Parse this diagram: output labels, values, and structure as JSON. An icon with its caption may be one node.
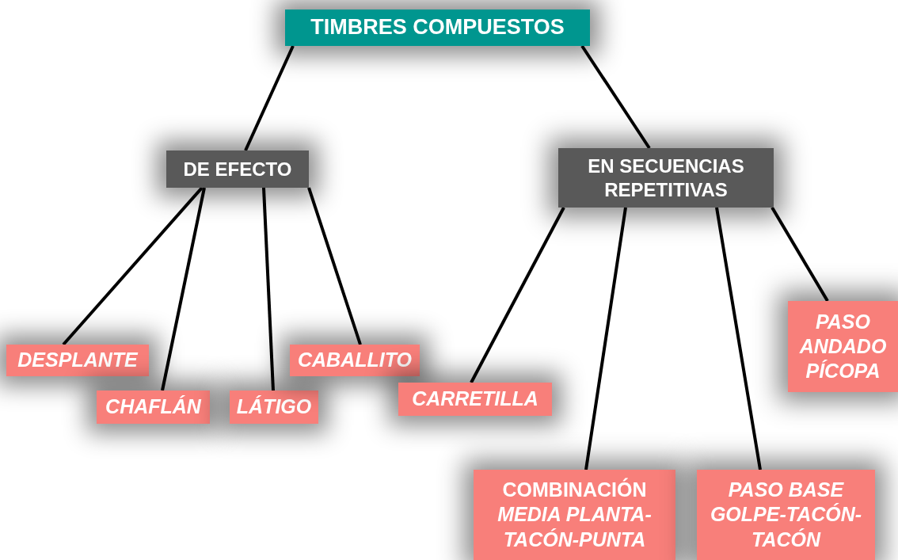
{
  "diagram": {
    "nodes": [
      {
        "text": [
          "TIMBRES COMPUESTOS"
        ]
      },
      {
        "text": [
          "DE EFECTO"
        ]
      },
      {
        "text": [
          "EN SECUENCIAS REPETITIVAS"
        ]
      },
      {
        "text": [
          "DESPLANTE"
        ]
      },
      {
        "text": [
          "CHAFLÁN"
        ]
      },
      {
        "text": [
          "LÁTIGO"
        ]
      },
      {
        "text": [
          "CABALLITO"
        ]
      },
      {
        "text": [
          "CARRETILLA"
        ]
      },
      {
        "text": [
          "COMBINACIÓN",
          "MEDIA PLANTA-TACÓN-PUNTA"
        ]
      },
      {
        "text": [
          "PASO BASE GOLPE-TACÓN-TACÓN"
        ]
      },
      {
        "text": [
          "PASO ANDADO PÍCOPA"
        ]
      }
    ],
    "edges": [
      {
        "from": 0,
        "to": 1,
        "arrow": "none"
      },
      {
        "from": 0,
        "to": 2,
        "arrow": "none"
      },
      {
        "from": 1,
        "to": 3,
        "arrow": "none"
      },
      {
        "from": 1,
        "to": 4,
        "arrow": "none"
      },
      {
        "from": 1,
        "to": 5,
        "arrow": "none"
      },
      {
        "from": 1,
        "to": 6,
        "arrow": "none"
      },
      {
        "from": 2,
        "to": 7,
        "arrow": "none"
      },
      {
        "from": 2,
        "to": 8,
        "arrow": "none"
      },
      {
        "from": 2,
        "to": 9,
        "arrow": "none"
      },
      {
        "from": 2,
        "to": 10,
        "arrow": "none"
      }
    ]
  }
}
